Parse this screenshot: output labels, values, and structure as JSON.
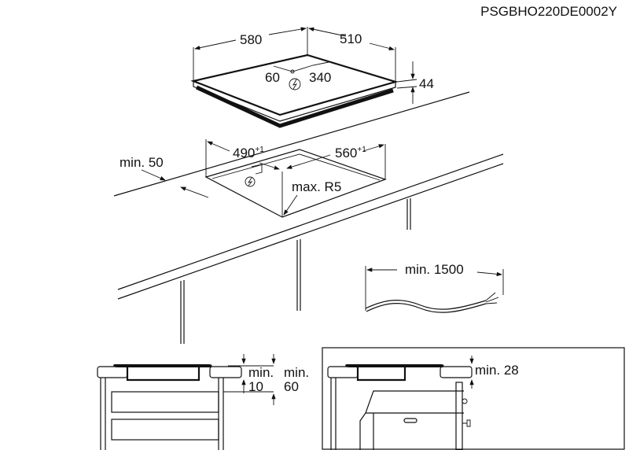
{
  "document_code": "PSGBHO220DE0002Y",
  "hob": {
    "width": "580",
    "depth": "510",
    "height": "44",
    "cable_offset_left": "60",
    "cable_offset_right": "340"
  },
  "cutout": {
    "width": "490",
    "width_tolerance": "+1",
    "depth": "560",
    "depth_tolerance": "+1",
    "front_distance": "min. 50",
    "corner_radius": "max. R5"
  },
  "cable": {
    "length": "min. 1500"
  },
  "drawer_install": {
    "gap_label_1": "min.",
    "gap_value_1": "10",
    "gap_label_2": "min.",
    "gap_value_2": "60"
  },
  "oven_install": {
    "gap": "min. 28"
  }
}
